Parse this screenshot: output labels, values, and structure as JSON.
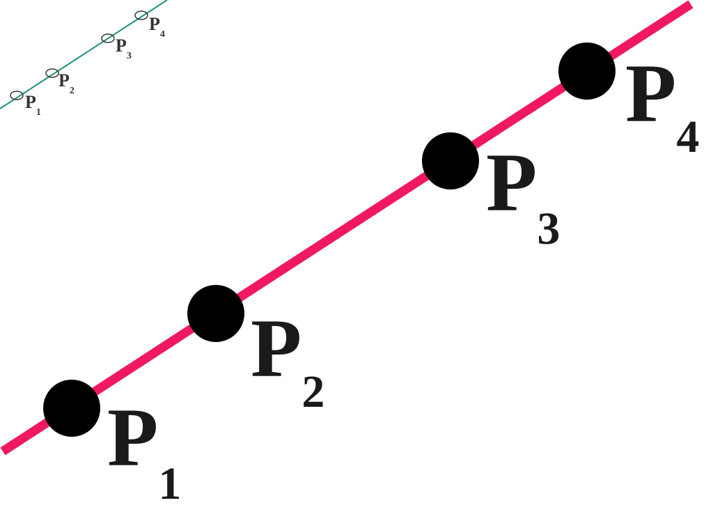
{
  "colors": {
    "background": "#ffffff",
    "main_line": "#f0195f",
    "point_fill": "#000000",
    "label_text": "#1a1a1a",
    "inset_line": "#1b8f7f",
    "inset_text": "#333333"
  },
  "points": [
    {
      "letter": "P",
      "index": "1"
    },
    {
      "letter": "P",
      "index": "2"
    },
    {
      "letter": "P",
      "index": "3"
    },
    {
      "letter": "P",
      "index": "4"
    }
  ],
  "inset": {
    "points": [
      {
        "letter": "P",
        "index": "1"
      },
      {
        "letter": "P",
        "index": "2"
      },
      {
        "letter": "P",
        "index": "3"
      },
      {
        "letter": "P",
        "index": "4"
      }
    ]
  }
}
